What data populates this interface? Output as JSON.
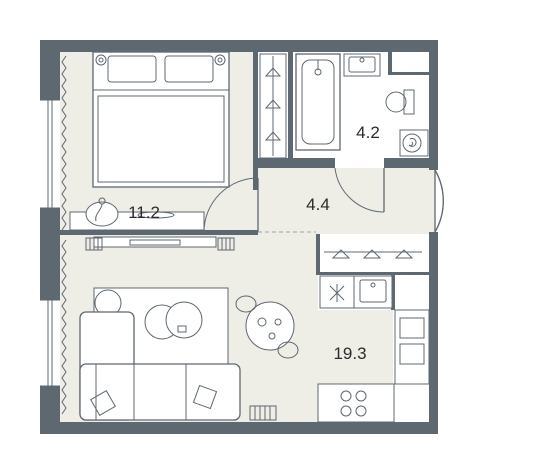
{
  "plan": {
    "rooms": [
      {
        "id": "bedroom",
        "area": "11.2"
      },
      {
        "id": "hallway",
        "area": "4.4"
      },
      {
        "id": "bathroom",
        "area": "4.2"
      },
      {
        "id": "living-kitchen",
        "area": "19.3"
      }
    ],
    "colors": {
      "wall": "#5d6870",
      "floor": "#eeede6",
      "background": "#ffffff",
      "line": "#5d6870"
    }
  }
}
